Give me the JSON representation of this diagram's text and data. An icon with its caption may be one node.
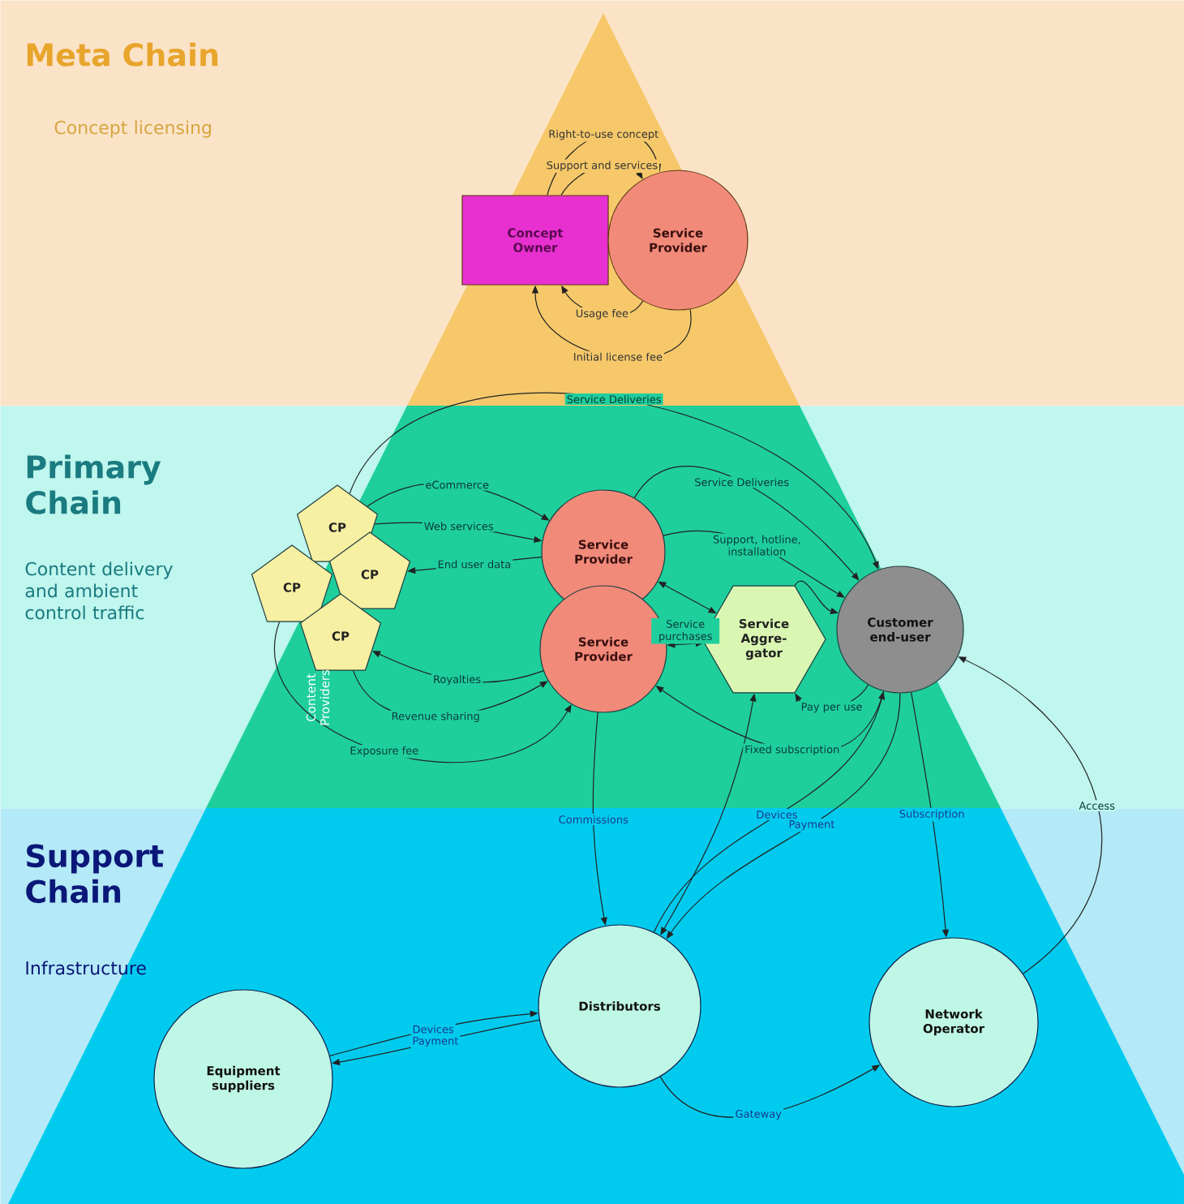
{
  "diagram": {
    "nodes": [
      {
        "text": [
          "Meta Chain",
          "Concept licensing"
        ]
      },
      {
        "text": [
          "Concept Owner"
        ],
        "in": 0
      },
      {
        "text": [
          "Service Provider"
        ],
        "in": 0
      },
      {
        "text": [
          "Primary Chain",
          "Content delivery and ambient control traffic"
        ]
      },
      {
        "text": [
          "CP"
        ],
        "in": 3
      },
      {
        "text": [
          "CP"
        ],
        "in": 3
      },
      {
        "text": [
          "CP"
        ],
        "in": 3
      },
      {
        "text": [
          "CP"
        ],
        "in": 3
      },
      {
        "text": [
          "Service Provider"
        ],
        "in": 3
      },
      {
        "text": [
          "Service Provider"
        ],
        "in": 3
      },
      {
        "text": [
          "Service Aggre-gator"
        ],
        "in": 3
      },
      {
        "text": [
          "Customer end-user"
        ],
        "in": 3
      },
      {
        "text": [
          "Support Chain",
          "Infrastructure"
        ]
      },
      {
        "text": [
          "Equipment suppliers"
        ],
        "in": 12
      },
      {
        "text": [
          "Distributors"
        ],
        "in": 12
      },
      {
        "text": [
          "Network Operator"
        ],
        "in": 12
      }
    ],
    "edges": [
      {
        "from": 1,
        "to": 2,
        "arrow": "to",
        "label": "Right-to-use concept"
      },
      {
        "from": 1,
        "to": 2,
        "arrow": "to",
        "label": "Support and services"
      },
      {
        "from": 2,
        "to": 1,
        "arrow": "to",
        "label": "Usage fee"
      },
      {
        "from": 2,
        "to": 1,
        "arrow": "to",
        "label": "Initial license fee"
      },
      {
        "from": 4,
        "to": 11,
        "arrow": "to",
        "label": "Service Deliveries"
      },
      {
        "from": 4,
        "to": 8,
        "arrow": "to",
        "label": "eCommerce"
      },
      {
        "from": 4,
        "to": 8,
        "arrow": "to",
        "label": "Web services"
      },
      {
        "from": 8,
        "to": 6,
        "arrow": "to",
        "label": "End user data"
      },
      {
        "from": 9,
        "to": 7,
        "arrow": "to",
        "label": "Royalties"
      },
      {
        "from": 7,
        "to": 9,
        "arrow": "to",
        "label": "Revenue sharing"
      },
      {
        "from": 5,
        "to": 9,
        "arrow": "to",
        "label": "Exposure fee"
      },
      {
        "from": 8,
        "to": 11,
        "arrow": "to",
        "label": "Service Deliveries"
      },
      {
        "from": 8,
        "to": 11,
        "arrow": "to",
        "label": "Support, hotline, installation"
      },
      {
        "from": 8,
        "to": 10,
        "arrow": "both"
      },
      {
        "from": 10,
        "to": 9,
        "arrow": "both",
        "label": "Service purchases"
      },
      {
        "from": 10,
        "to": 11,
        "arrow": "to"
      },
      {
        "from": 11,
        "to": 10,
        "arrow": "to",
        "label": "Pay per use"
      },
      {
        "from": 11,
        "to": 9,
        "arrow": "to",
        "label": "Fixed subscription"
      },
      {
        "from": 9,
        "to": 14,
        "arrow": "to",
        "label": "Commissions"
      },
      {
        "from": 10,
        "to": 14,
        "arrow": "both"
      },
      {
        "from": 14,
        "to": 11,
        "arrow": "to",
        "label": "Devices"
      },
      {
        "from": 11,
        "to": 14,
        "arrow": "to",
        "label": "Payment"
      },
      {
        "from": 11,
        "to": 15,
        "arrow": "to",
        "label": "Subscription"
      },
      {
        "from": 15,
        "to": 11,
        "arrow": "to",
        "label": "Access"
      },
      {
        "from": 14,
        "to": 15,
        "arrow": "to",
        "label": "Gateway"
      },
      {
        "from": 13,
        "to": 14,
        "arrow": "to",
        "label": "Devices"
      },
      {
        "from": 14,
        "to": 13,
        "arrow": "to",
        "label": "Payment"
      }
    ],
    "labels": [
      "Content Providers"
    ]
  }
}
